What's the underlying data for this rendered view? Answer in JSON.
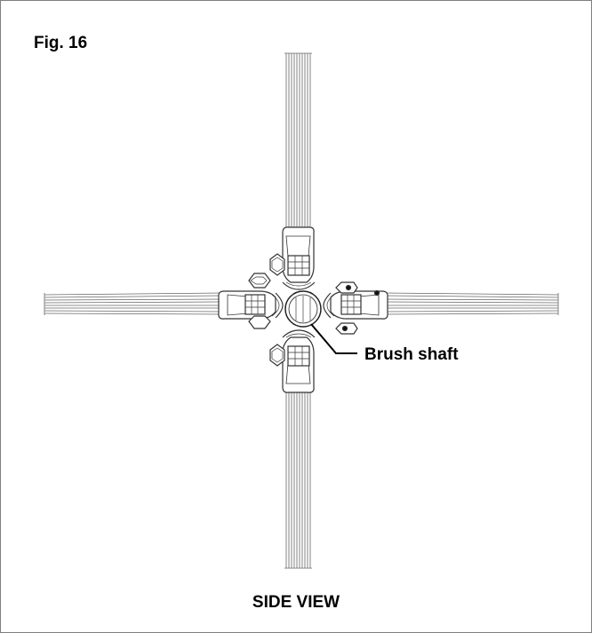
{
  "figure": {
    "label": "Fig. 16",
    "caption": "SIDE VIEW",
    "callout": "Brush shaft"
  },
  "colors": {
    "stroke": "#555555",
    "frame": "#7f7f7f",
    "text": "#000000"
  }
}
